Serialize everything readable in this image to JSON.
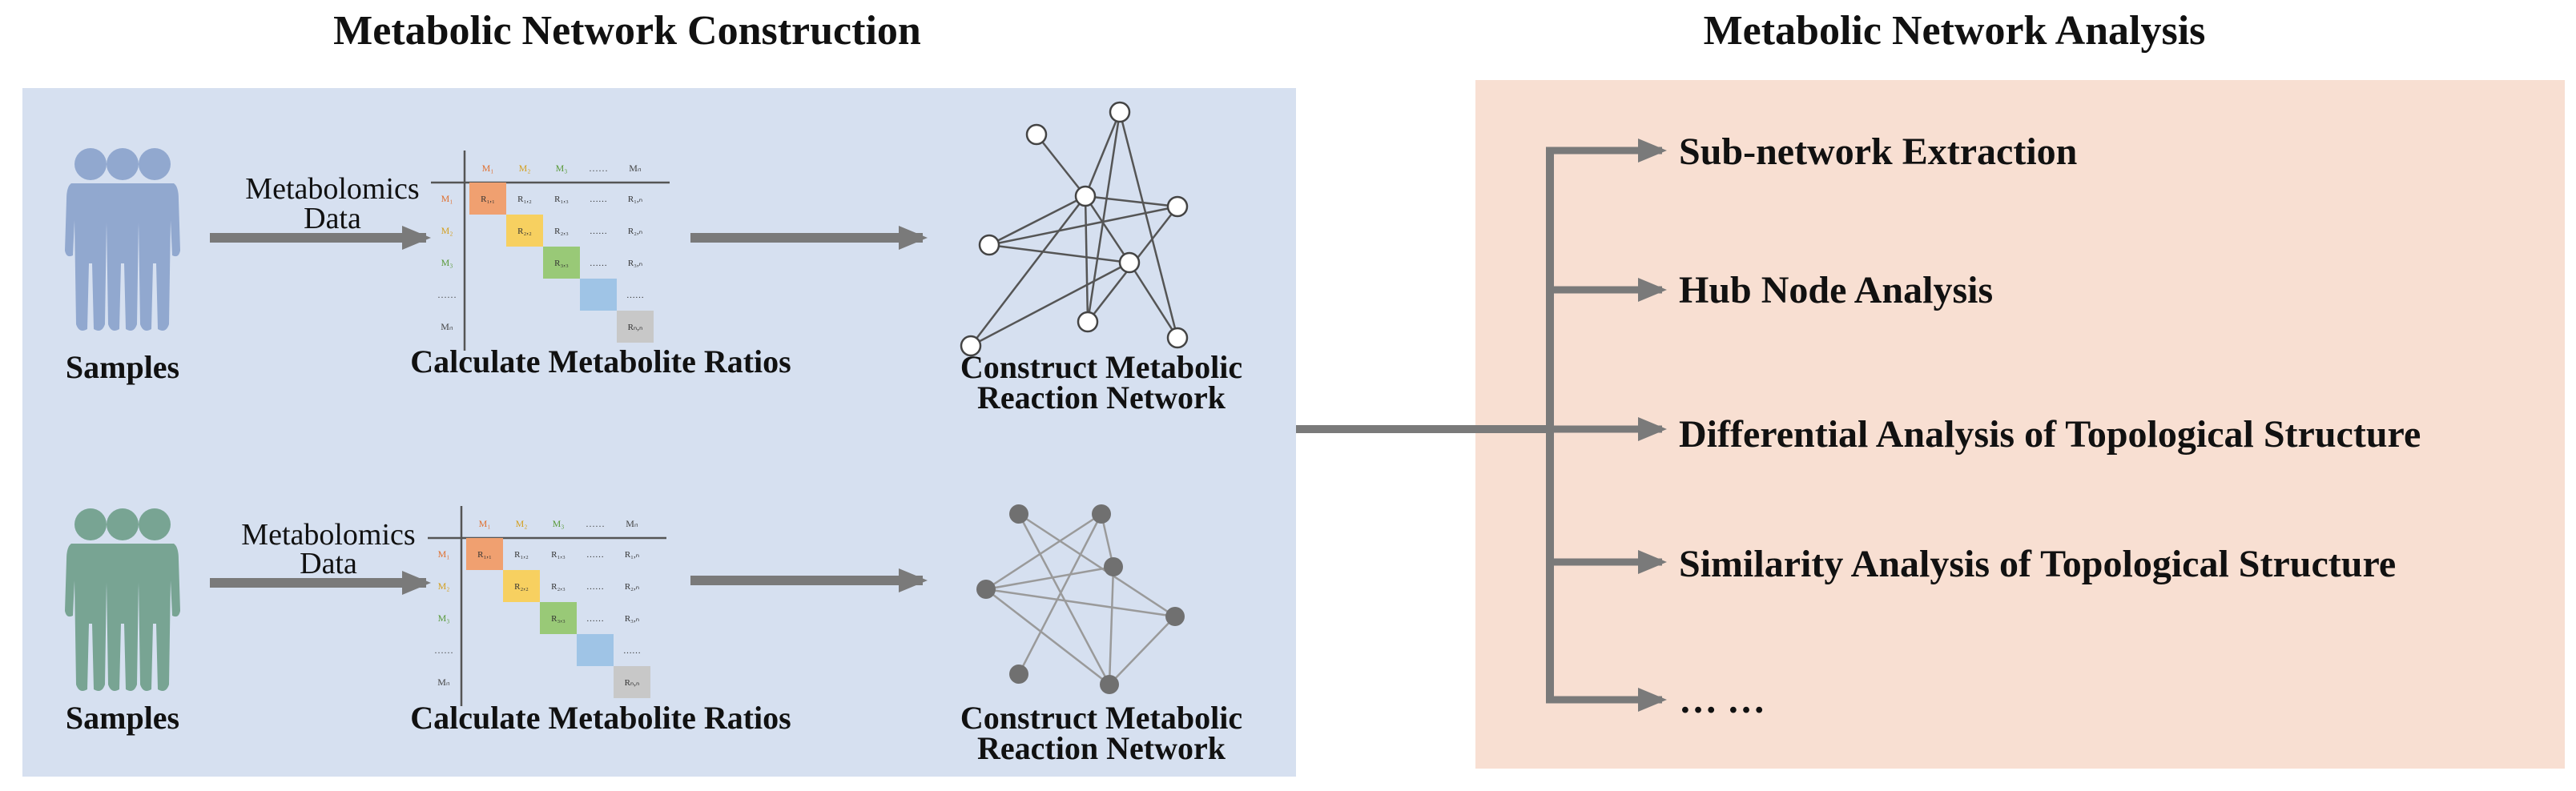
{
  "construction": {
    "title": "Metabolic Network Construction",
    "row1": {
      "samples_label": "Samples",
      "data_label_1": "Metabolomics",
      "data_label_2": "Data",
      "ratios_label": "Calculate Metabolite Ratios",
      "network_label_1": "Construct Metabolic",
      "network_label_2": "Reaction Network"
    },
    "row2": {
      "samples_label": "Samples",
      "data_label_1": "Metabolomics",
      "data_label_2": "Data",
      "ratios_label": "Calculate Metabolite Ratios",
      "network_label_1": "Construct Metabolic",
      "network_label_2": "Reaction Network"
    },
    "matrix": {
      "headers": [
        "M₁",
        "M₂",
        "M₃",
        "……",
        "Mₙ"
      ],
      "rows": [
        [
          "R₁,₁",
          "R₁,₂",
          "R₁,₃",
          "……",
          "R₁,ₙ"
        ],
        [
          "",
          "R₂,₂",
          "R₂,₃",
          "……",
          "R₂,ₙ"
        ],
        [
          "",
          "",
          "R₃,₃",
          "……",
          "R₃,ₙ"
        ],
        [
          "",
          "",
          "",
          "",
          "……"
        ],
        [
          "",
          "",
          "",
          "",
          "Rₙ,ₙ"
        ]
      ]
    },
    "colors": {
      "panel": "#d6e0f0",
      "row1_people": "#8aa2cc",
      "row2_people": "#6e9e8a",
      "arrow": "#7a7a7a",
      "diag": [
        "#f0a070",
        "#f7d060",
        "#99c977",
        "#9fc4e6",
        "#c8c8c8"
      ]
    }
  },
  "analysis": {
    "title": "Metabolic Network Analysis",
    "items": [
      "Sub-network Extraction",
      "Hub Node Analysis",
      "Differential Analysis of Topological Structure",
      "Similarity Analysis of Topological Structure",
      "… …"
    ],
    "colors": {
      "panel": "#f8dfd2"
    }
  }
}
